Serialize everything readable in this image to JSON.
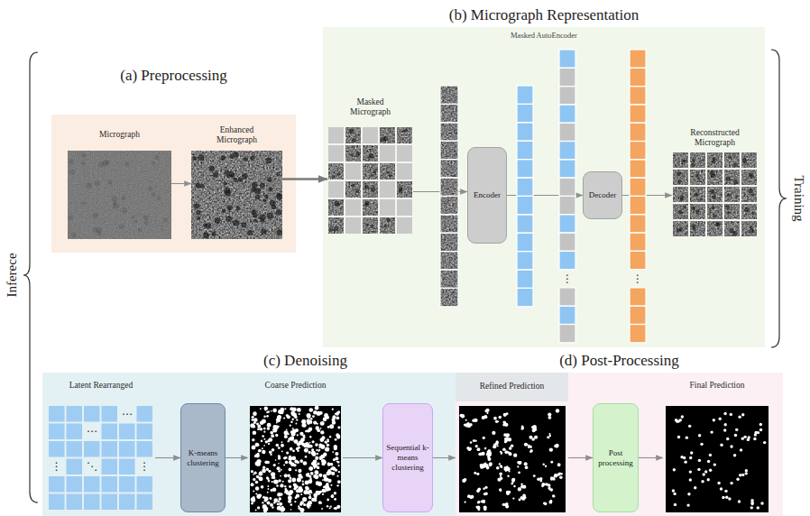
{
  "diagram": {
    "nodes": [
      {
        "text": [
          "(a) Preprocessing"
        ]
      },
      {
        "text": [
          "Micrograph"
        ],
        "in": 0
      },
      {
        "text": [
          "Enhanced Micrograph"
        ],
        "in": 0
      },
      {
        "text": [
          "(b) Micrograph Representation",
          "Masked AutoEncoder"
        ]
      },
      {
        "text": [
          "Masked Micrograph"
        ],
        "in": 3
      },
      {
        "text": [
          "Encoder"
        ],
        "in": 3
      },
      {
        "text": [
          "Decoder"
        ],
        "in": 3
      },
      {
        "text": [
          "Reconstructed Micrograph"
        ],
        "in": 3
      },
      {
        "text": [
          "(c) Denoising"
        ]
      },
      {
        "text": [
          "Latent Rearranged"
        ],
        "in": 8
      },
      {
        "text": [
          "K-means clustering"
        ],
        "in": 8
      },
      {
        "text": [
          "Coarse Prediction"
        ],
        "in": 8
      },
      {
        "text": [
          "Sequential k-means clustering"
        ],
        "in": 8
      },
      {
        "text": [
          "Refined Prediction"
        ]
      },
      {
        "text": [
          "(d) Post-Processing"
        ]
      },
      {
        "text": [
          "Post processing"
        ],
        "in": 14
      },
      {
        "text": [
          "Final Prediction"
        ],
        "in": 14
      }
    ],
    "edges": [
      {
        "from": 1,
        "to": 2,
        "arrow": "to"
      },
      {
        "from": 2,
        "to": 4,
        "arrow": "to"
      },
      {
        "from": 4,
        "to": 5,
        "arrow": "to"
      },
      {
        "from": 5,
        "to": 6,
        "arrow": "to"
      },
      {
        "from": 6,
        "to": 7,
        "arrow": "to"
      },
      {
        "from": 9,
        "to": 10,
        "arrow": "to"
      },
      {
        "from": 10,
        "to": 11,
        "arrow": "to"
      },
      {
        "from": 11,
        "to": 12,
        "arrow": "to"
      },
      {
        "from": 12,
        "to": 13,
        "arrow": "to"
      },
      {
        "from": 13,
        "to": 15,
        "arrow": "to"
      },
      {
        "from": 15,
        "to": 16,
        "arrow": "to"
      }
    ],
    "labels": [
      "Inferece",
      "Training",
      "⋮",
      "⋮",
      "⋯",
      "⋯",
      "⋮",
      "⋱",
      "⋮"
    ]
  }
}
